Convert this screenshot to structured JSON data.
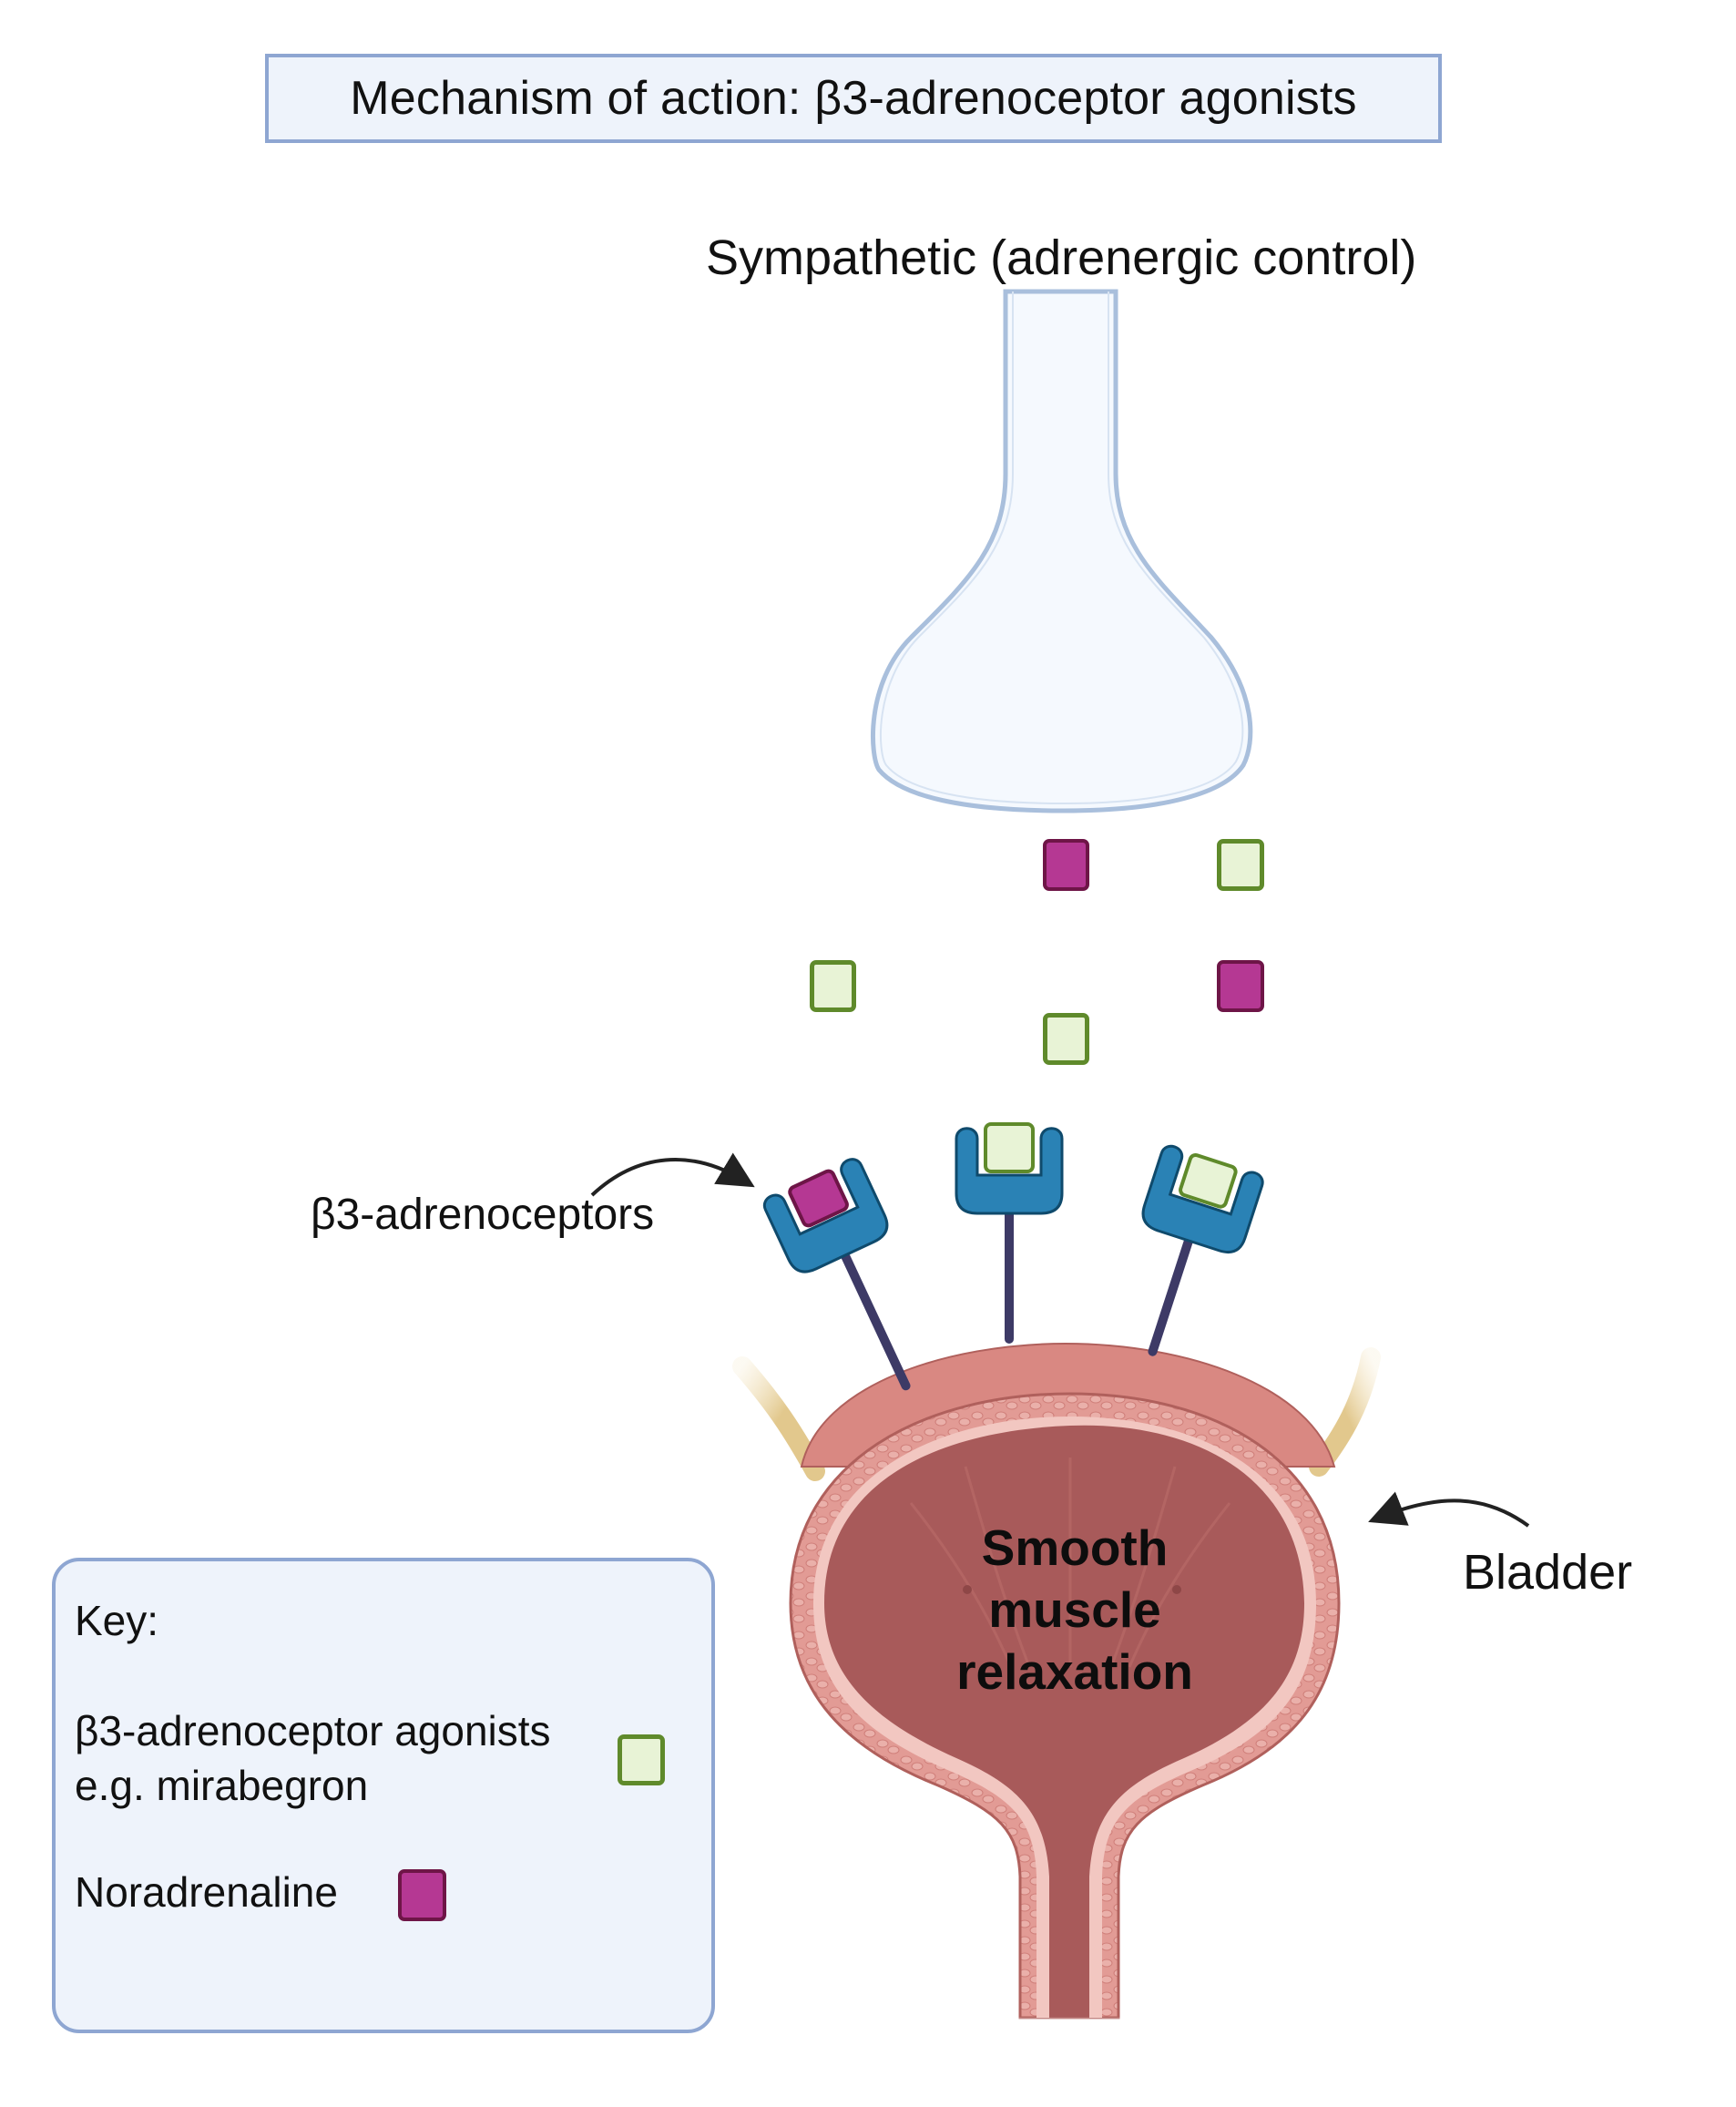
{
  "title": "Mechanism of action: β3-adrenoceptor agonists",
  "labels": {
    "sympathetic": "Sympathetic (adrenergic control)",
    "receptors": "β3-adrenoceptors",
    "bladder": "Bladder",
    "effect": [
      "Smooth",
      "muscle",
      "relaxation"
    ]
  },
  "key": {
    "title": "Key:",
    "items": [
      {
        "label_line1": "β3-adrenoceptor agonists",
        "label_line2": "e.g. mirabegron",
        "symbol": "green-square"
      },
      {
        "label_line1": "Noradrenaline",
        "symbol": "magenta-square"
      }
    ]
  },
  "molecules_free": [
    {
      "type": "noradrenaline"
    },
    {
      "type": "agonist"
    },
    {
      "type": "agonist"
    },
    {
      "type": "noradrenaline"
    },
    {
      "type": "agonist"
    }
  ],
  "receptors_bound": [
    {
      "ligand": "noradrenaline"
    },
    {
      "ligand": "agonist"
    },
    {
      "ligand": "agonist"
    }
  ],
  "colors": {
    "agonist_fill": "#e8f3d6",
    "agonist_stroke": "#5f8a2b",
    "noradrenaline_fill": "#b53893",
    "noradrenaline_stroke": "#6e1547",
    "receptor": "#2a82b5",
    "receptor_stalk": "#3d3a66",
    "bladder_outer": "#d98882",
    "bladder_inner": "#a85a5a",
    "neuron_fill": "#f5f9fe",
    "neuron_stroke": "#a9bfdc",
    "box_fill": "#eef3fb",
    "box_border": "#8ea6d2"
  }
}
